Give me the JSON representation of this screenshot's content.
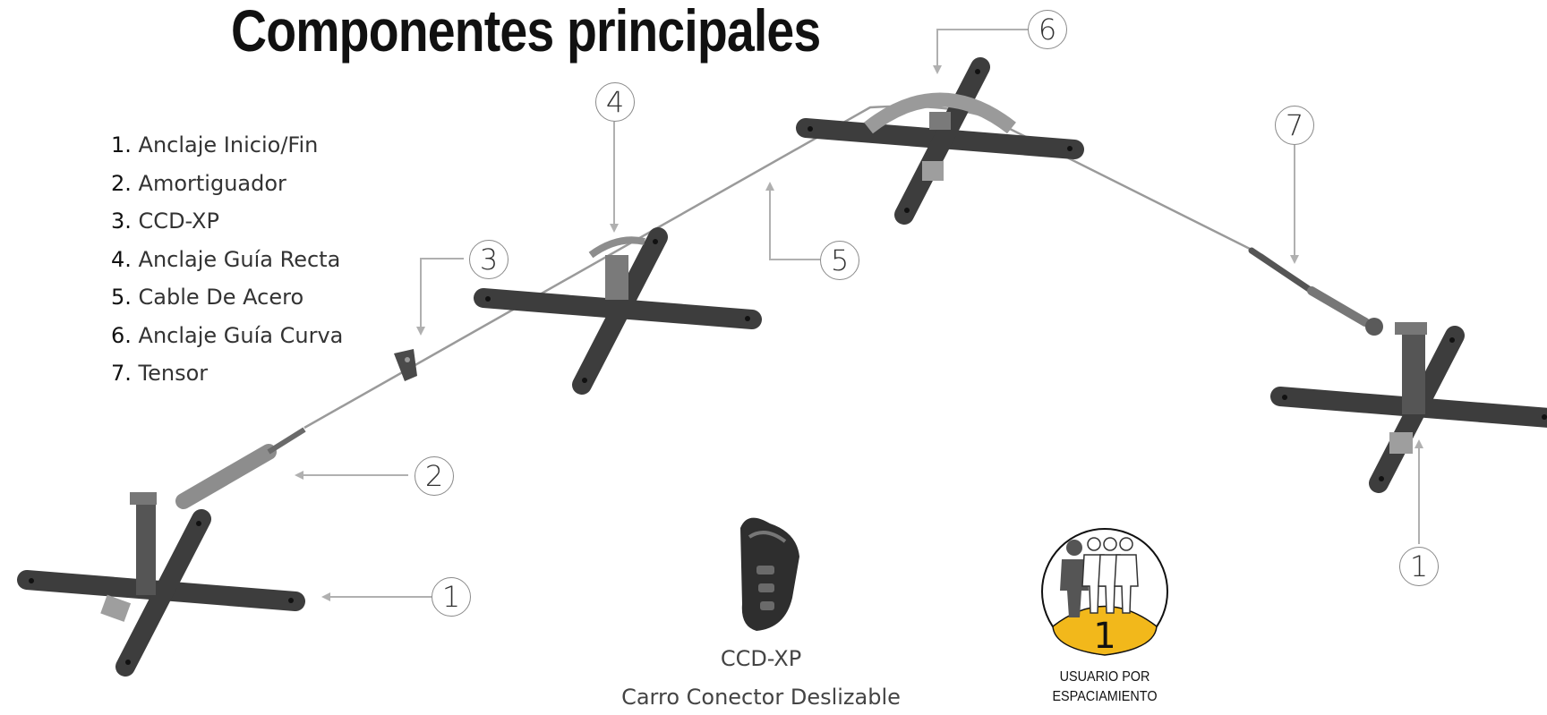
{
  "title": "Componentes principales",
  "legend": [
    {
      "num": "1.",
      "label": "Anclaje Inicio/Fin"
    },
    {
      "num": "2.",
      "label": "Amortiguador"
    },
    {
      "num": "3.",
      "label": "CCD-XP"
    },
    {
      "num": "4.",
      "label": "Anclaje Guía Recta"
    },
    {
      "num": "5.",
      "label": "Cable De Acero"
    },
    {
      "num": "6.",
      "label": "Anclaje Guía Curva"
    },
    {
      "num": "7.",
      "label": "Tensor"
    }
  ],
  "callouts": {
    "c1a": "1",
    "c1b": "1",
    "c2": "2",
    "c3": "3",
    "c4": "4",
    "c5": "5",
    "c6": "6",
    "c7": "7"
  },
  "ccd": {
    "name": "CCD-XP",
    "description": "Carro Conector Deslizable"
  },
  "badge": {
    "count": "1",
    "caption_line1": "USUARIO POR",
    "caption_line2": "ESPACIAMIENTO"
  },
  "colors": {
    "anchor": "#3d3d3d",
    "metal": "#8d8d8d",
    "arrow": "#b0b0b0",
    "badge_yellow": "#f2b81b"
  }
}
